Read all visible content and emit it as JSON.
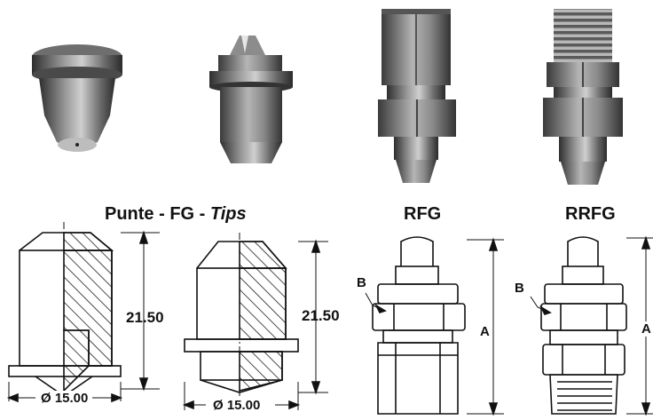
{
  "captions": {
    "tips_prefix": "Punte - FG - ",
    "tips_suffix": "Tips",
    "rfg": "RFG",
    "rrfg": "RRFG"
  },
  "dimensions": {
    "height_1": "21.50",
    "height_2": "21.50",
    "diameter_1": "Ø 15.00",
    "diameter_2": "Ø 15.00",
    "rfg_length": "A",
    "rfg_hex": "B",
    "rrfg_length": "A",
    "rrfg_hex": "B"
  },
  "colors": {
    "metal_dark": "#3a3a3a",
    "metal_mid": "#7a7a7a",
    "metal_light": "#c8c8c8",
    "line": "#111111"
  }
}
